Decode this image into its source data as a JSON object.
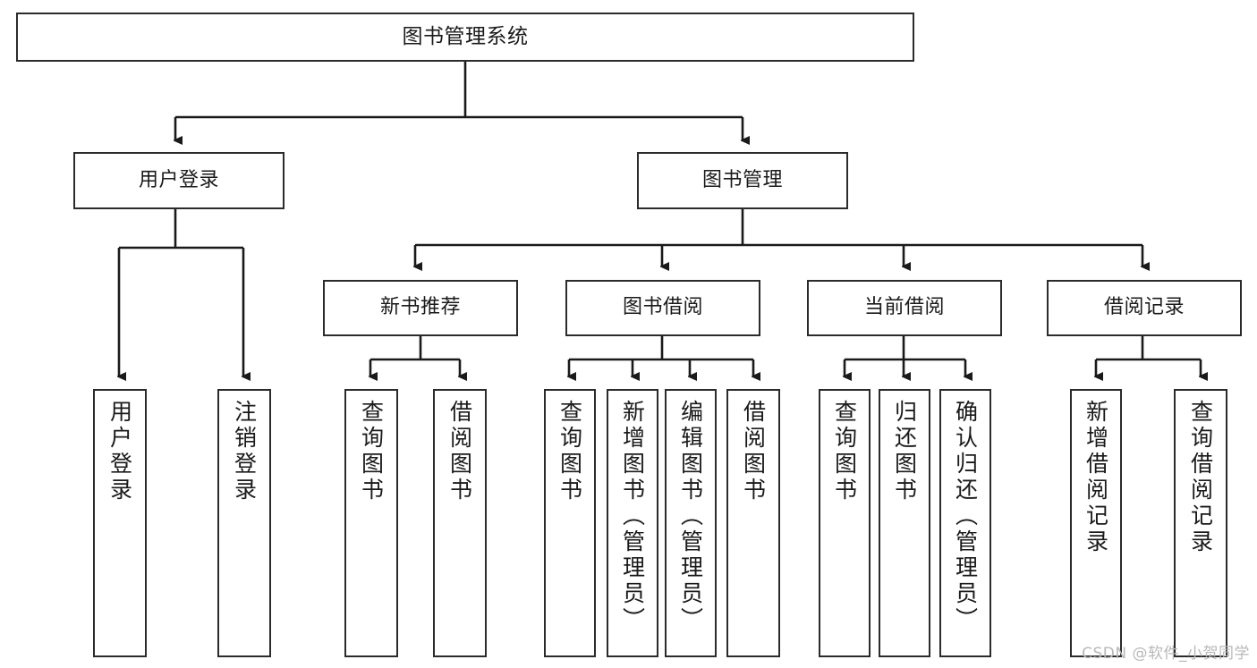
{
  "diagram": {
    "title": "图书管理系统",
    "type": "tree-hierarchy-diagram",
    "watermark": "CSDN @软件_小贺同学",
    "colors": {
      "box_border": "#2b2b2b",
      "box_fill": "#ffffff",
      "edge": "#1a1a1a",
      "text": "#1a1a1a",
      "watermark": "#b8b8b8"
    }
  },
  "nodes": {
    "root": {
      "label": "图书管理系统",
      "level": 0,
      "orientation": "horizontal"
    },
    "user_login": {
      "label": "用户登录",
      "level": 1,
      "orientation": "horizontal"
    },
    "book_manage": {
      "label": "图书管理",
      "level": 1,
      "orientation": "horizontal"
    },
    "new_book_rec": {
      "label": "新书推荐",
      "level": 2,
      "orientation": "horizontal"
    },
    "book_borrow": {
      "label": "图书借阅",
      "level": 2,
      "orientation": "horizontal"
    },
    "current_borrow": {
      "label": "当前借阅",
      "level": 2,
      "orientation": "horizontal"
    },
    "borrow_record": {
      "label": "借阅记录",
      "level": 2,
      "orientation": "horizontal"
    },
    "leaf_user_login": {
      "label": "用户登录",
      "level": 2,
      "orientation": "vertical"
    },
    "leaf_logout": {
      "label": "注销登录",
      "level": 2,
      "orientation": "vertical"
    },
    "leaf_query_book_1": {
      "label": "查询图书",
      "level": 3,
      "orientation": "vertical"
    },
    "leaf_borrow_book_1": {
      "label": "借阅图书",
      "level": 3,
      "orientation": "vertical"
    },
    "leaf_query_book_2": {
      "label": "查询图书",
      "level": 3,
      "orientation": "vertical"
    },
    "leaf_add_book": {
      "label": "新增图书（管理员）",
      "level": 3,
      "orientation": "vertical"
    },
    "leaf_edit_book": {
      "label": "编辑图书（管理员）",
      "level": 3,
      "orientation": "vertical"
    },
    "leaf_borrow_book_2": {
      "label": "借阅图书",
      "level": 3,
      "orientation": "vertical"
    },
    "leaf_query_book_3": {
      "label": "查询图书",
      "level": 3,
      "orientation": "vertical"
    },
    "leaf_return_book": {
      "label": "归还图书",
      "level": 3,
      "orientation": "vertical"
    },
    "leaf_confirm_return": {
      "label": "确认归还（管理员）",
      "level": 3,
      "orientation": "vertical"
    },
    "leaf_add_record": {
      "label": "新增借阅记录",
      "level": 3,
      "orientation": "vertical"
    },
    "leaf_query_record": {
      "label": "查询借阅记录",
      "level": 3,
      "orientation": "vertical"
    }
  }
}
